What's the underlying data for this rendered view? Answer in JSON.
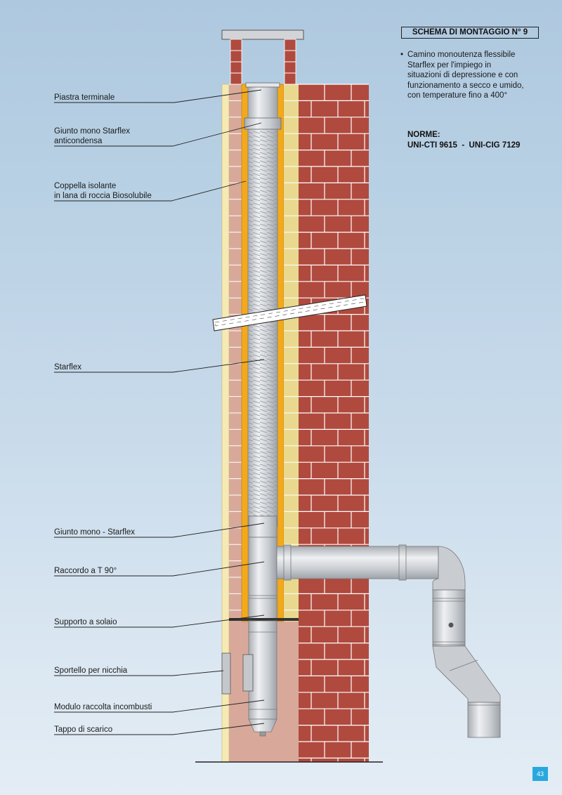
{
  "header": {
    "title": "SCHEMA DI MONTAGGIO N° 9",
    "bullet": "•",
    "description": [
      "Camino monoutenza flessibile",
      "Starflex per l'impiego in",
      "situazioni di depressione e con",
      "funzionamento a secco e umido,",
      "con temperature fino a 400°"
    ],
    "norme_title": "NORME:",
    "norme_value": "UNI-CTI 9615  -  UNI-CIG 7129"
  },
  "labels": [
    {
      "lines": [
        "Piastra terminale"
      ]
    },
    {
      "lines": [
        "Giunto mono Starflex",
        "anticondensa"
      ]
    },
    {
      "lines": [
        "Coppella isolante",
        "in lana di roccia Biosolubile"
      ]
    },
    {
      "lines": [
        "Starflex"
      ]
    },
    {
      "lines": [
        "Giunto mono - Starflex"
      ]
    },
    {
      "lines": [
        "Raccordo a T 90°"
      ]
    },
    {
      "lines": [
        "Supporto a solaio"
      ]
    },
    {
      "lines": [
        "Sportello per nicchia"
      ]
    },
    {
      "lines": [
        "Modulo raccolta incombusti"
      ]
    },
    {
      "lines": [
        "Tappo di scarico"
      ]
    }
  ],
  "page_number": "43",
  "colors": {
    "brick": "#b04a3e",
    "mortar": "#ffffff",
    "insulation": "#f2a91c",
    "wall_light": "#f5e9b4",
    "pipe": "#cfd3d8",
    "plinth": "#d8a99a"
  }
}
